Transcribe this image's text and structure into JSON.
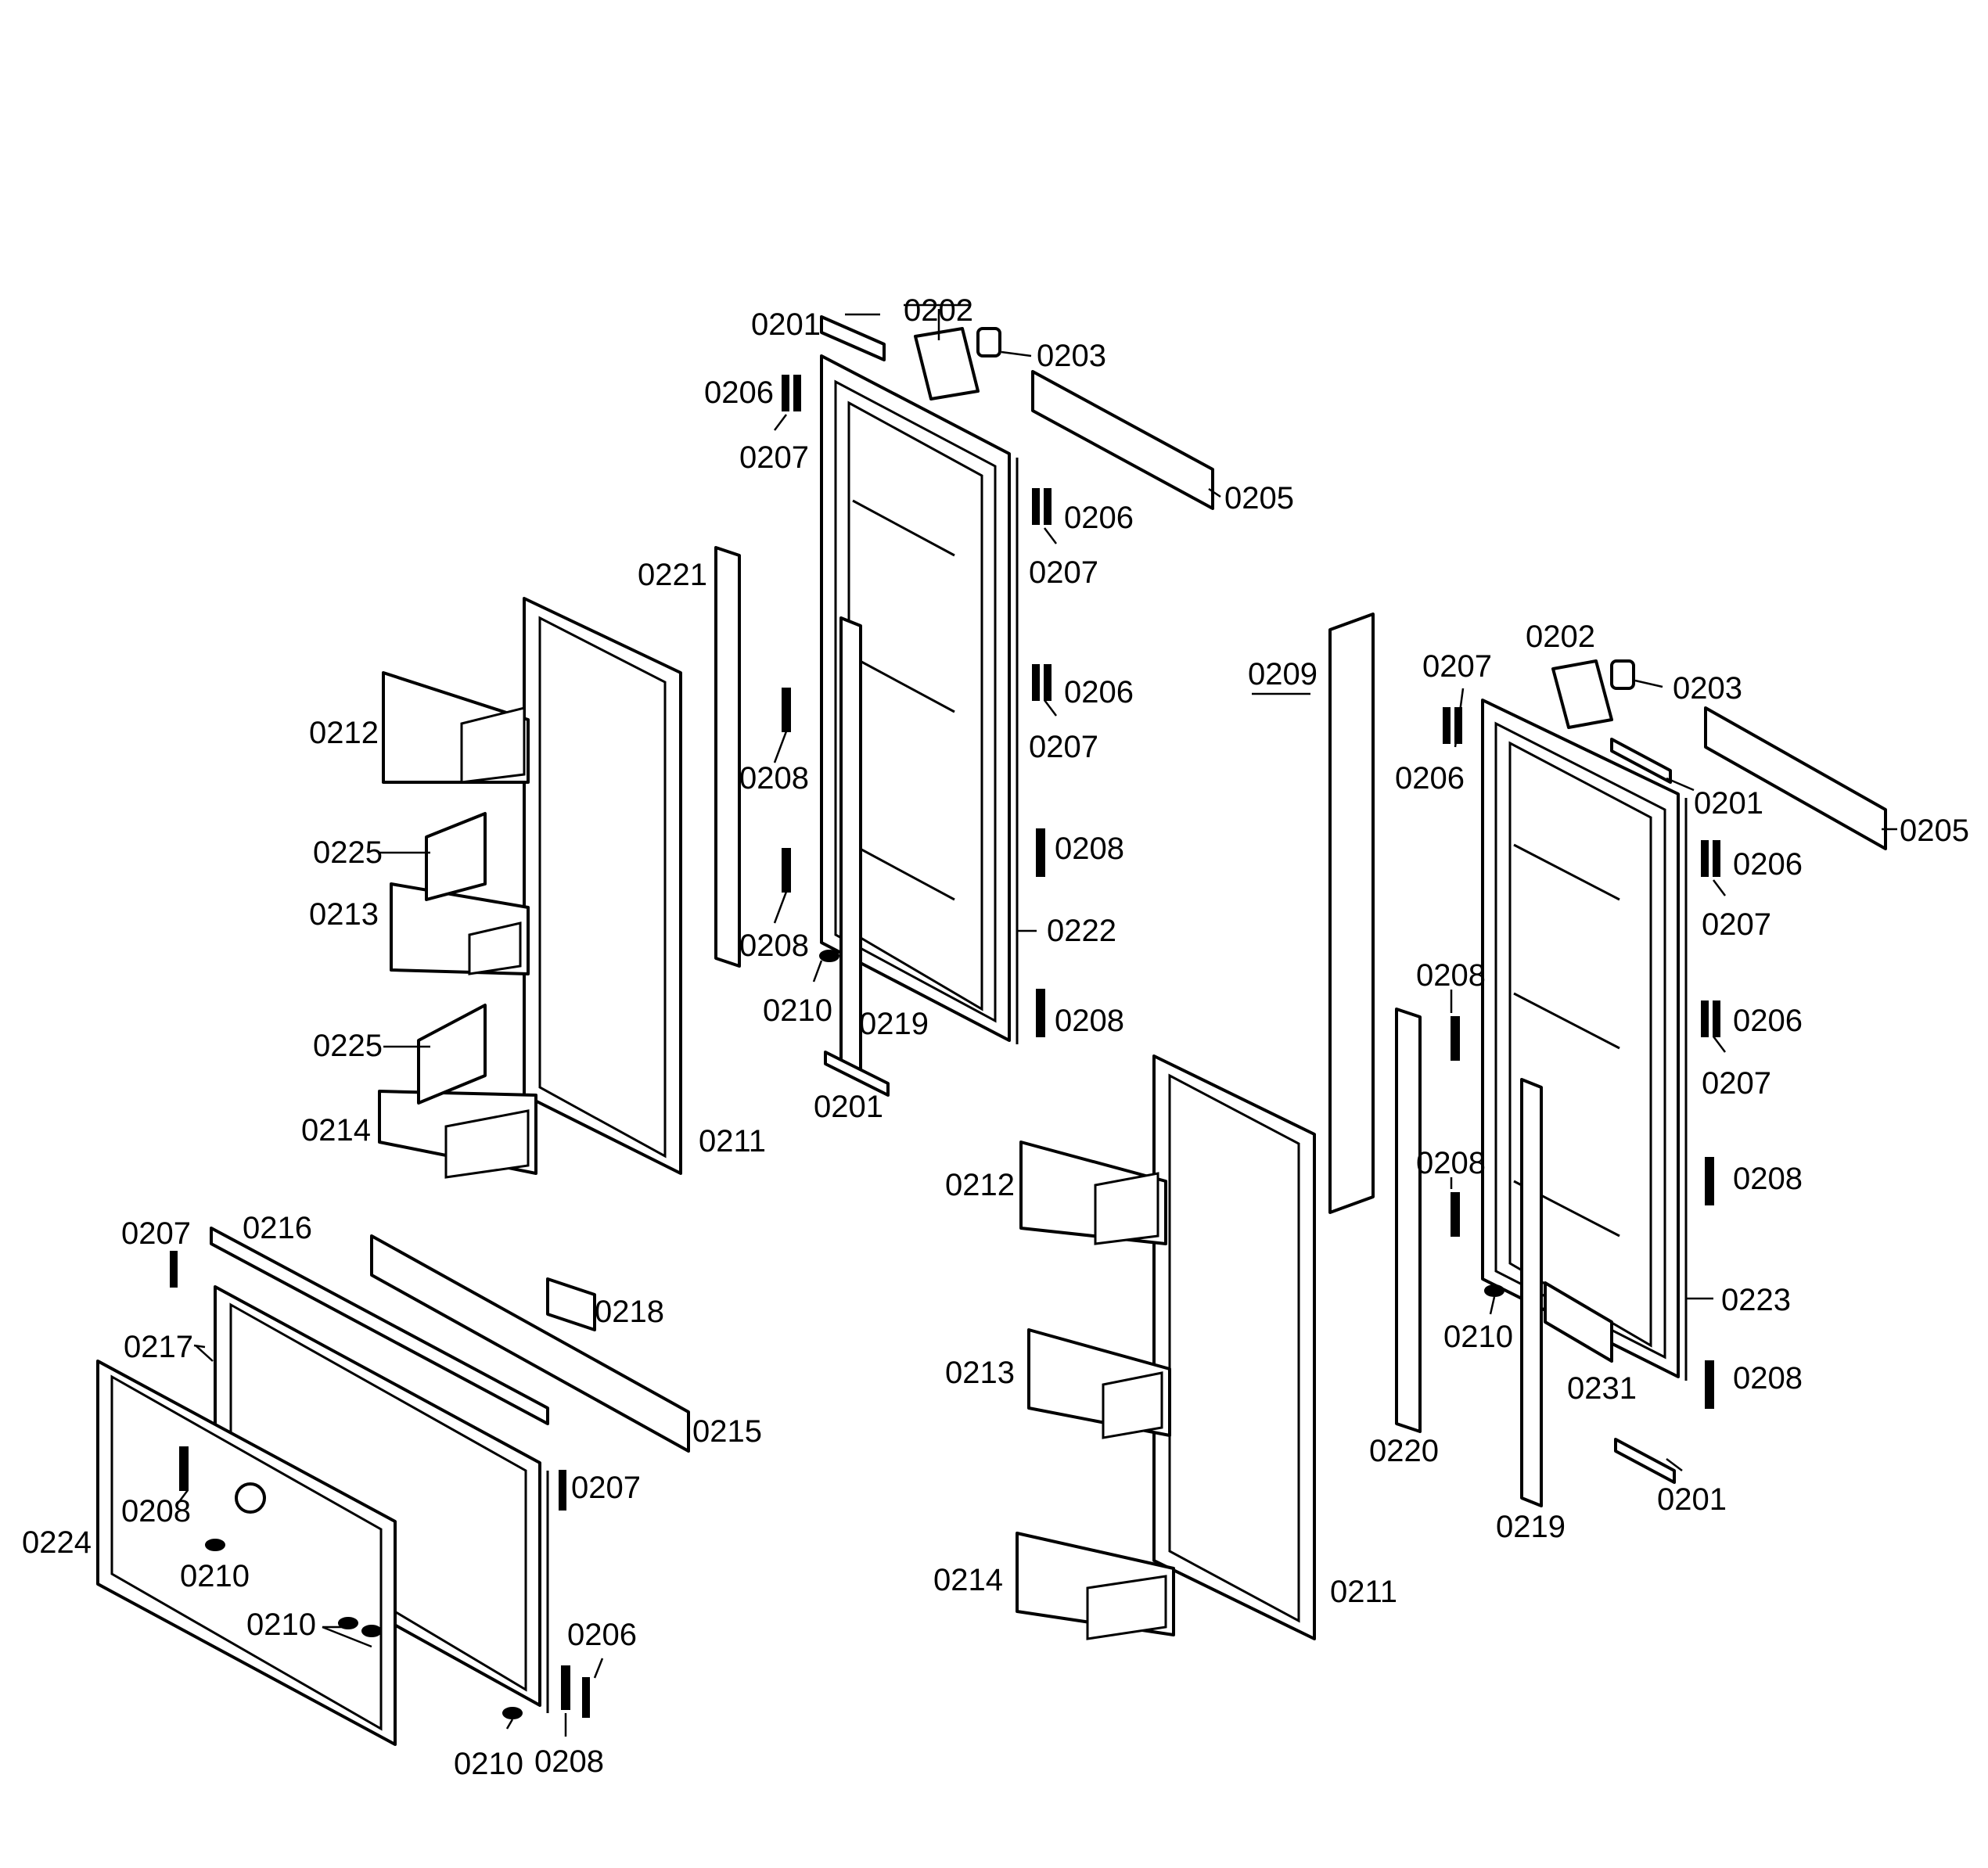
{
  "diagram": {
    "callouts": [
      "0201",
      "0202",
      "0203",
      "0205",
      "0206",
      "0207",
      "0206",
      "0207",
      "0221",
      "0206",
      "0207",
      "0212",
      "0208",
      "0225",
      "0213",
      "0208",
      "0208",
      "0222",
      "0210",
      "0219",
      "0208",
      "0225",
      "0214",
      "0201",
      "0211",
      "0209",
      "0207",
      "0202",
      "0203",
      "0206",
      "0201",
      "0205",
      "0206",
      "0207",
      "0208",
      "0206",
      "0207",
      "0212",
      "0208",
      "0208",
      "0213",
      "0223",
      "0210",
      "0231",
      "0208",
      "0220",
      "0201",
      "0219",
      "0214",
      "0211",
      "0207",
      "0216",
      "0218",
      "0217",
      "0215",
      "0207",
      "0208",
      "0224",
      "0210",
      "0210",
      "0206",
      "0210",
      "0208"
    ]
  }
}
